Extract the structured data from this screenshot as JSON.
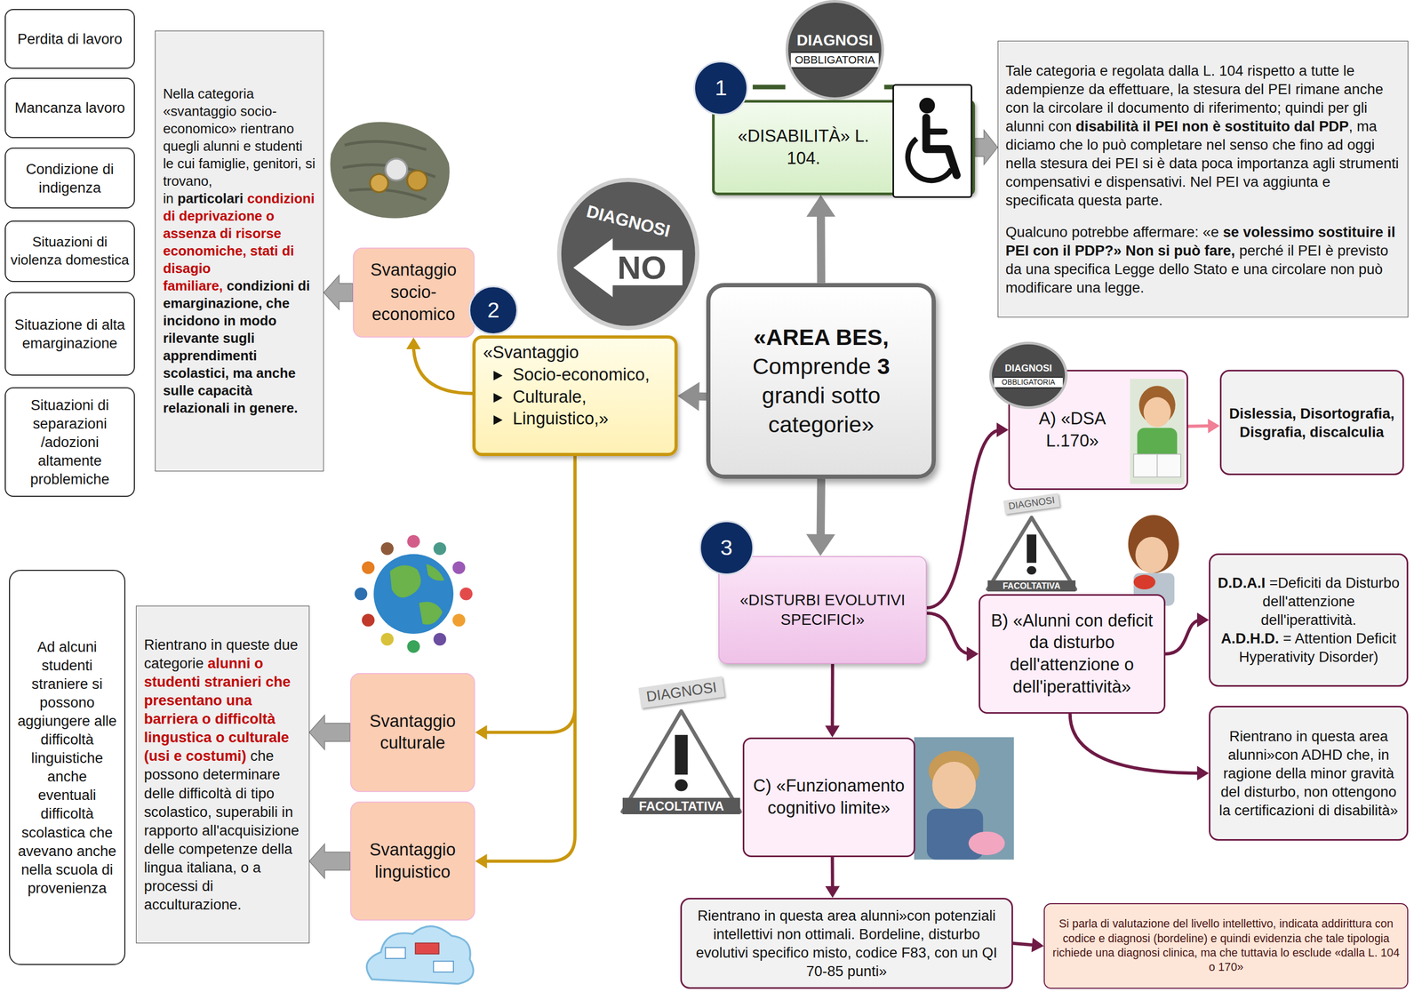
{
  "diagram": {
    "nodes": [
      {
        "text": [
          "Perdita di lavoro"
        ]
      },
      {
        "text": [
          "Mancanza lavoro"
        ]
      },
      {
        "text": [
          "Condizione di indigenza"
        ]
      },
      {
        "text": [
          "Situazioni di violenza domestica"
        ]
      },
      {
        "text": [
          "Situazione di alta emarginazione"
        ]
      },
      {
        "text": [
          "Situazioni di separazioni /adozioni altamente problemiche"
        ]
      },
      {
        "text": [
          "Nella categoria «svantaggio socio-economico» rientrano quegli alunni e studenti le cui famiglie, genitori, si trovano, in",
          "particolari",
          "condizioni di deprivazione o assenza di risorse economiche, stati di disagio familiare,",
          "condizioni di emarginazione, che incidono in modo rilevante sugli apprendimenti scolastici, ma anche sulle capacità relazionali in genere."
        ]
      },
      {
        "text": [
          "DIAGNOSI",
          "OBBLIGATORIA"
        ]
      },
      {
        "text": [
          "«DISABILITÀ» L. 104."
        ]
      },
      {
        "text": [
          "Tale categoria e regolata dalla L. 104 rispetto a tutte le adempienze da effettuare, la stesura del PEI rimane anche con la circolare il documento di riferimento; quindi per gli alunni con",
          "disabilità il PEI non è sostituito dal PDP",
          ", ma diciamo che lo può completare nel senso che fino ad oggi nella stesura dei PEI si è data poca importanza agli strumenti compensativi e dispensativi. Nel PEI va aggiunta e specificata questa parte.",
          "Qualcuno potrebbe affermare: «e",
          "se volessimo sostituire il PEI con il PDP?» Non si può fare,",
          "perché il PEI è previsto da una specifica Legge dello Stato e una circolare non può modificare una legge."
        ]
      },
      {
        "text": [
          "DIAGNOSI",
          "NO"
        ]
      },
      {
        "text": [
          "Svantaggio socio-economico"
        ]
      },
      {
        "text": [
          "«Svantaggio",
          "Socio-economico,",
          "Culturale,",
          "Linguistico,»"
        ]
      },
      {
        "text": [
          "«AREA BES,",
          "Comprende",
          "3",
          "grandi sotto categorie»"
        ]
      },
      {
        "text": [
          "DIAGNOSI",
          "OBBLIGATORIA"
        ]
      },
      {
        "text": [
          "A) «DSA L.170»"
        ]
      },
      {
        "text": [
          "Dislessia, Disortografia, Disgrafia, discalculia"
        ]
      },
      {
        "text": [
          "DIAGNOSI",
          "FACOLTATIVA"
        ]
      },
      {
        "text": [
          "«DISTURBI EVOLUTIVI SPECIFICI»"
        ]
      },
      {
        "text": [
          "B) «Alunni con deficit da disturbo dell'attenzione o dell'iperattività»"
        ]
      },
      {
        "text": [
          "D.D.A.I",
          "=Deficiti da Disturbo dell'attenzione dell'iperattività.",
          "A.D.H.D.",
          "= Attention Deficit Hyperativity Disorder)"
        ]
      },
      {
        "text": [
          "Rientrano in questa area alunni»con ADHD che, in ragione della minor gravità del disturbo, non ottengono la certificazioni di disabilità»"
        ]
      },
      {
        "text": [
          "Ad alcuni studenti straniere si possono aggiungere alle difficoltà linguistiche anche eventuali difficoltà scolastica che avevano anche nella scuola di provenienza"
        ]
      },
      {
        "text": [
          "Rientrano in queste due categorie",
          "alunni o studenti stranieri che presentano una barriera o difficoltà lingustica o culturale (usi e costumi)",
          "che possono determinare delle difficoltà di tipo scolastico, superabili in rapporto all'acquisizione delle competenze della lingua italiana, o a processi di acculturazione."
        ]
      },
      {
        "text": [
          "Svantaggio culturale"
        ]
      },
      {
        "text": [
          "DIAGNOSI",
          "FACOLTATIVA"
        ]
      },
      {
        "text": [
          "C) «Funzionamento cognitivo limite»"
        ]
      },
      {
        "text": [
          "Svantaggio linguistico"
        ]
      },
      {
        "text": [
          "Rientrano in questa area alunni»con potenziali intellettivi non ottimali. Bordeline, disturbo evolutivi specifico misto, codice F83, con un QI 70-85 punti»"
        ]
      },
      {
        "text": [
          "Si parla di valutazione del livello intellettivo, indicata addirittura con codice e diagnosi (bordeline) e quindi evidenzia che tale tipologia richiede una diagnosi clinica, ma che tuttavia lo esclude «dalla L. 104 o 170»"
        ]
      }
    ],
    "edges": [
      {
        "from": 13,
        "to": 8,
        "arrow": "to"
      },
      {
        "from": 8,
        "to": 9,
        "arrow": "to"
      },
      {
        "from": 13,
        "to": 12,
        "arrow": "to"
      },
      {
        "from": 12,
        "to": 11,
        "arrow": "to"
      },
      {
        "from": 11,
        "to": 6,
        "arrow": "to"
      },
      {
        "from": 12,
        "to": 24,
        "arrow": "to"
      },
      {
        "from": 12,
        "to": 27,
        "arrow": "to"
      },
      {
        "from": 24,
        "to": 23,
        "arrow": "to"
      },
      {
        "from": 27,
        "to": 23,
        "arrow": "to"
      },
      {
        "from": 13,
        "to": 18,
        "arrow": "to"
      },
      {
        "from": 18,
        "to": 15,
        "arrow": "to"
      },
      {
        "from": 18,
        "to": 19,
        "arrow": "to"
      },
      {
        "from": 18,
        "to": 26,
        "arrow": "to"
      },
      {
        "from": 15,
        "to": 16,
        "arrow": "to"
      },
      {
        "from": 19,
        "to": 20,
        "arrow": "to"
      },
      {
        "from": 19,
        "to": 21,
        "arrow": "to"
      },
      {
        "from": 26,
        "to": 28,
        "arrow": "to"
      },
      {
        "from": 28,
        "to": 29,
        "arrow": "to"
      }
    ],
    "labels": [
      "1",
      "2",
      "3"
    ]
  }
}
